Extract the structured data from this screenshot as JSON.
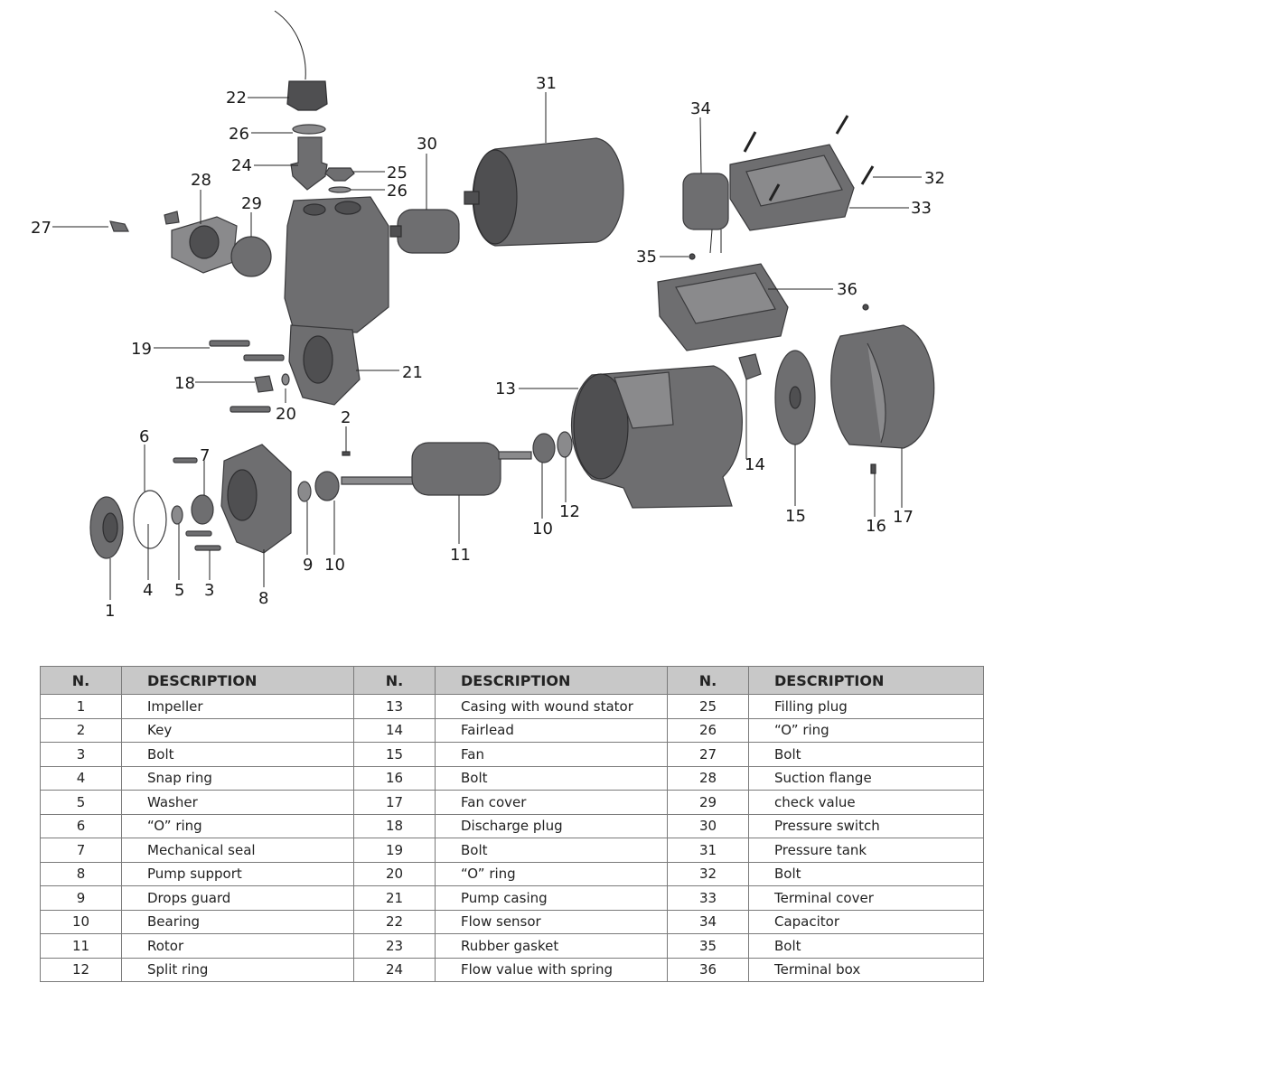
{
  "callouts": {
    "c1": "1",
    "c2": "2",
    "c3": "3",
    "c4": "4",
    "c5": "5",
    "c6": "6",
    "c7": "7",
    "c8": "8",
    "c9": "9",
    "c10a": "10",
    "c10b": "10",
    "c11": "11",
    "c12": "12",
    "c13": "13",
    "c14": "14",
    "c15": "15",
    "c16": "16",
    "c17": "17",
    "c18": "18",
    "c19": "19",
    "c20": "20",
    "c21": "21",
    "c22": "22",
    "c24": "24",
    "c25": "25",
    "c26a": "26",
    "c26b": "26",
    "c27": "27",
    "c28": "28",
    "c29": "29",
    "c30": "30",
    "c31": "31",
    "c32": "32",
    "c33": "33",
    "c34": "34",
    "c35": "35",
    "c36": "36"
  },
  "table": {
    "headers": {
      "n1": "N.",
      "d1": "DESCRIPTION",
      "n2": "N.",
      "d2": "DESCRIPTION",
      "n3": "N.",
      "d3": "DESCRIPTION"
    },
    "rows": [
      [
        "1",
        "Impeller",
        "13",
        "Casing with wound stator",
        "25",
        "Filling plug"
      ],
      [
        "2",
        "Key",
        "14",
        "Fairlead",
        "26",
        "“O” ring"
      ],
      [
        "3",
        "Bolt",
        "15",
        "Fan",
        "27",
        "Bolt"
      ],
      [
        "4",
        "Snap ring",
        "16",
        "Bolt",
        "28",
        "Suction flange"
      ],
      [
        "5",
        "Washer",
        "17",
        "Fan cover",
        "29",
        "check value"
      ],
      [
        "6",
        "“O” ring",
        "18",
        "Discharge plug",
        "30",
        "Pressure switch"
      ],
      [
        "7",
        "Mechanical seal",
        "19",
        "Bolt",
        "31",
        "Pressure tank"
      ],
      [
        "8",
        "Pump support",
        "20",
        "“O” ring",
        "32",
        "Bolt"
      ],
      [
        "9",
        "Drops guard",
        "21",
        "Pump casing",
        "33",
        "Terminal cover"
      ],
      [
        "10",
        "Bearing",
        "22",
        "Flow sensor",
        "34",
        "Capacitor"
      ],
      [
        "11",
        "Rotor",
        "23",
        "Rubber gasket",
        "35",
        "Bolt"
      ],
      [
        "12",
        "Split ring",
        "24",
        "Flow value with spring",
        "36",
        "Terminal box"
      ]
    ]
  }
}
